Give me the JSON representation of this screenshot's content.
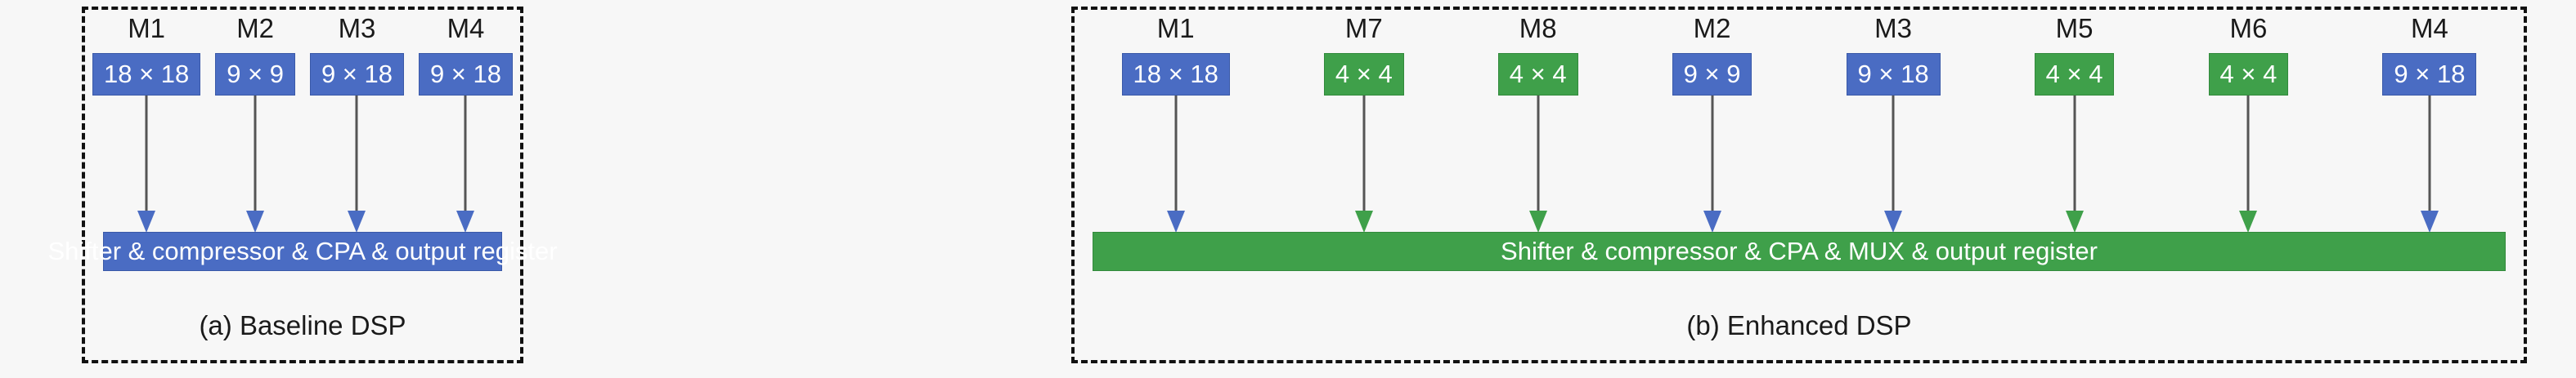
{
  "figure": {
    "background": "#f7f7f7",
    "blue": "#4a6cc3",
    "green": "#3fa04a",
    "arrow_shaft": "#555555"
  },
  "panels": [
    {
      "id": "a",
      "caption": "(a) Baseline DSP",
      "summary_bar": {
        "label": "Shifter & compressor & CPA & output register",
        "color": "blue"
      },
      "multipliers": [
        {
          "name": "M1",
          "size": "18 × 18",
          "color": "blue"
        },
        {
          "name": "M2",
          "size": "9 × 9",
          "color": "blue"
        },
        {
          "name": "M3",
          "size": "9 × 18",
          "color": "blue"
        },
        {
          "name": "M4",
          "size": "9 × 18",
          "color": "blue"
        }
      ]
    },
    {
      "id": "b",
      "caption": "(b) Enhanced DSP",
      "summary_bar": {
        "label": "Shifter & compressor & CPA & MUX & output register",
        "color": "green"
      },
      "multipliers": [
        {
          "name": "M1",
          "size": "18 × 18",
          "color": "blue"
        },
        {
          "name": "M7",
          "size": "4 × 4",
          "color": "green"
        },
        {
          "name": "M8",
          "size": "4 × 4",
          "color": "green"
        },
        {
          "name": "M2",
          "size": "9 × 9",
          "color": "blue"
        },
        {
          "name": "M3",
          "size": "9 × 18",
          "color": "blue"
        },
        {
          "name": "M5",
          "size": "4 × 4",
          "color": "green"
        },
        {
          "name": "M6",
          "size": "4 × 4",
          "color": "green"
        },
        {
          "name": "M4",
          "size": "9 × 18",
          "color": "blue"
        }
      ]
    }
  ]
}
